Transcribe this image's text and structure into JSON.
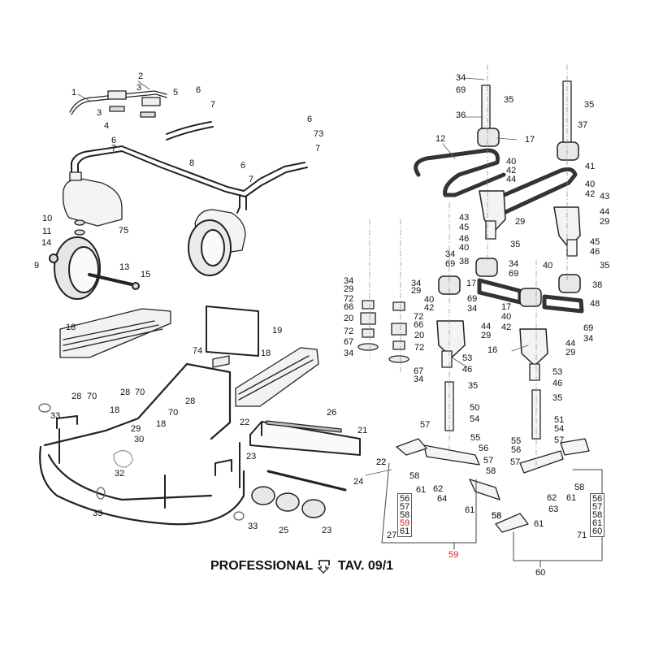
{
  "diagram": {
    "title": "PROFESSIONAL",
    "table_ref": "TAV. 09/1",
    "title_icon": "page-turn-arrow-icon",
    "colors": {
      "line": "#222222",
      "highlight": "#d02020",
      "background": "#ffffff"
    },
    "callouts": [
      {
        "id": "c1",
        "text": "1"
      },
      {
        "id": "c2",
        "text": "2"
      },
      {
        "id": "c3a",
        "text": "3"
      },
      {
        "id": "c3b",
        "text": "3"
      },
      {
        "id": "c4",
        "text": "4"
      },
      {
        "id": "c5",
        "text": "5"
      },
      {
        "id": "c6a",
        "text": "6"
      },
      {
        "id": "c7a",
        "text": "7"
      },
      {
        "id": "c6b",
        "text": "6"
      },
      {
        "id": "c7b",
        "text": "7"
      },
      {
        "id": "c8",
        "text": "8"
      },
      {
        "id": "c6c",
        "text": "6"
      },
      {
        "id": "c73",
        "text": "73"
      },
      {
        "id": "c7c",
        "text": "7"
      },
      {
        "id": "c6d",
        "text": "6"
      },
      {
        "id": "c7d",
        "text": "7"
      },
      {
        "id": "c10",
        "text": "10"
      },
      {
        "id": "c75",
        "text": "75"
      },
      {
        "id": "c11",
        "text": "11"
      },
      {
        "id": "c14",
        "text": "14"
      },
      {
        "id": "c9",
        "text": "9"
      },
      {
        "id": "c13",
        "text": "13"
      },
      {
        "id": "c15",
        "text": "15"
      },
      {
        "id": "c18a",
        "text": "18"
      },
      {
        "id": "c19",
        "text": "19"
      },
      {
        "id": "c74",
        "text": "74"
      },
      {
        "id": "c18b",
        "text": "18"
      },
      {
        "id": "c28a",
        "text": "28"
      },
      {
        "id": "c70a",
        "text": "70"
      },
      {
        "id": "c28b",
        "text": "28"
      },
      {
        "id": "c70b",
        "text": "70"
      },
      {
        "id": "c33a",
        "text": "33"
      },
      {
        "id": "c18c",
        "text": "18"
      },
      {
        "id": "c29a",
        "text": "29"
      },
      {
        "id": "c30",
        "text": "30"
      },
      {
        "id": "c70c",
        "text": "70"
      },
      {
        "id": "c28c",
        "text": "28"
      },
      {
        "id": "c18d",
        "text": "18"
      },
      {
        "id": "c32",
        "text": "32"
      },
      {
        "id": "c33b",
        "text": "33"
      },
      {
        "id": "c33c",
        "text": "33"
      },
      {
        "id": "c22a",
        "text": "22"
      },
      {
        "id": "c26",
        "text": "26"
      },
      {
        "id": "c21",
        "text": "21"
      },
      {
        "id": "c23a",
        "text": "23"
      },
      {
        "id": "c22b",
        "text": "22"
      },
      {
        "id": "c24",
        "text": "24"
      },
      {
        "id": "c25",
        "text": "25"
      },
      {
        "id": "c23b",
        "text": "23"
      },
      {
        "id": "c34a",
        "text": "34"
      },
      {
        "id": "c69a",
        "text": "69"
      },
      {
        "id": "c35a",
        "text": "35"
      },
      {
        "id": "c36",
        "text": "36"
      },
      {
        "id": "c12",
        "text": "12"
      },
      {
        "id": "c17a",
        "text": "17"
      },
      {
        "id": "c35b",
        "text": "35"
      },
      {
        "id": "c37",
        "text": "37"
      },
      {
        "id": "c40a",
        "text": "40"
      },
      {
        "id": "c42a",
        "text": "42"
      },
      {
        "id": "c44a",
        "text": "44"
      },
      {
        "id": "c43a",
        "text": "43"
      },
      {
        "id": "c29b",
        "text": "29"
      },
      {
        "id": "c45a",
        "text": "45"
      },
      {
        "id": "c46a",
        "text": "46"
      },
      {
        "id": "c40b",
        "text": "40"
      },
      {
        "id": "c35c",
        "text": "35"
      },
      {
        "id": "c38a",
        "text": "38"
      },
      {
        "id": "c41",
        "text": "41"
      },
      {
        "id": "c40c",
        "text": "40"
      },
      {
        "id": "c42b",
        "text": "42"
      },
      {
        "id": "c43b",
        "text": "43"
      },
      {
        "id": "c44b",
        "text": "44"
      },
      {
        "id": "c29c",
        "text": "29"
      },
      {
        "id": "c45b",
        "text": "45"
      },
      {
        "id": "c46b",
        "text": "46"
      },
      {
        "id": "c40d",
        "text": "40"
      },
      {
        "id": "c35d",
        "text": "35"
      },
      {
        "id": "c38b",
        "text": "38"
      },
      {
        "id": "c48",
        "text": "48"
      },
      {
        "id": "c34b",
        "text": "34"
      },
      {
        "id": "c69b",
        "text": "69"
      },
      {
        "id": "c34c",
        "text": "34"
      },
      {
        "id": "c69c",
        "text": "69"
      },
      {
        "id": "c17b",
        "text": "17"
      },
      {
        "id": "c69d",
        "text": "69"
      },
      {
        "id": "c34d",
        "text": "34"
      },
      {
        "id": "c17c",
        "text": "17"
      },
      {
        "id": "c40e",
        "text": "40"
      },
      {
        "id": "c42c",
        "text": "42"
      },
      {
        "id": "c44c",
        "text": "44"
      },
      {
        "id": "c29d",
        "text": "29"
      },
      {
        "id": "c16",
        "text": "16"
      },
      {
        "id": "c69e",
        "text": "69"
      },
      {
        "id": "c34e",
        "text": "34"
      },
      {
        "id": "c44d",
        "text": "44"
      },
      {
        "id": "c29e",
        "text": "29"
      },
      {
        "id": "c34f",
        "text": "34"
      },
      {
        "id": "c29f",
        "text": "29"
      },
      {
        "id": "c72a",
        "text": "72"
      },
      {
        "id": "c66a",
        "text": "66"
      },
      {
        "id": "c20a",
        "text": "20"
      },
      {
        "id": "c72b",
        "text": "72"
      },
      {
        "id": "c67a",
        "text": "67"
      },
      {
        "id": "c34g",
        "text": "34"
      },
      {
        "id": "c34h",
        "text": "34"
      },
      {
        "id": "c29g",
        "text": "29"
      },
      {
        "id": "c72c",
        "text": "72"
      },
      {
        "id": "c66b",
        "text": "66"
      },
      {
        "id": "c20b",
        "text": "20"
      },
      {
        "id": "c72d",
        "text": "72"
      },
      {
        "id": "c67b",
        "text": "67"
      },
      {
        "id": "c34i",
        "text": "34"
      },
      {
        "id": "c40f",
        "text": "40"
      },
      {
        "id": "c42d",
        "text": "42"
      },
      {
        "id": "c53a",
        "text": "53"
      },
      {
        "id": "c46c",
        "text": "46"
      },
      {
        "id": "c35e",
        "text": "35"
      },
      {
        "id": "c53b",
        "text": "53"
      },
      {
        "id": "c46d",
        "text": "46"
      },
      {
        "id": "c35f",
        "text": "35"
      },
      {
        "id": "c50",
        "text": "50"
      },
      {
        "id": "c54a",
        "text": "54"
      },
      {
        "id": "c57a",
        "text": "57"
      },
      {
        "id": "c55a",
        "text": "55"
      },
      {
        "id": "c56a",
        "text": "56"
      },
      {
        "id": "c57b",
        "text": "57"
      },
      {
        "id": "c58a",
        "text": "58"
      },
      {
        "id": "c58b",
        "text": "58"
      },
      {
        "id": "c61a",
        "text": "61"
      },
      {
        "id": "c62a",
        "text": "62"
      },
      {
        "id": "c64",
        "text": "64"
      },
      {
        "id": "c61b",
        "text": "61"
      },
      {
        "id": "c22c",
        "text": "22"
      },
      {
        "id": "c58c",
        "text": "58"
      },
      {
        "id": "c51",
        "text": "51"
      },
      {
        "id": "c54b",
        "text": "54"
      },
      {
        "id": "c55b",
        "text": "55"
      },
      {
        "id": "c56b",
        "text": "56"
      },
      {
        "id": "c57c",
        "text": "57"
      },
      {
        "id": "c57d",
        "text": "57"
      },
      {
        "id": "c58d",
        "text": "58"
      },
      {
        "id": "c62b",
        "text": "62"
      },
      {
        "id": "c61c",
        "text": "61"
      },
      {
        "id": "c63",
        "text": "63"
      },
      {
        "id": "c61d",
        "text": "61"
      },
      {
        "id": "c58e",
        "text": "58"
      },
      {
        "id": "c27",
        "text": "27"
      },
      {
        "id": "c71",
        "text": "71"
      },
      {
        "id": "c60",
        "text": "60"
      }
    ],
    "kit_59": {
      "label": "59",
      "ref": "27",
      "items": [
        {
          "text": "56",
          "highlight": false
        },
        {
          "text": "57",
          "highlight": false
        },
        {
          "text": "58",
          "highlight": false
        },
        {
          "text": "59",
          "highlight": true
        },
        {
          "text": "61",
          "highlight": false
        }
      ]
    },
    "kit_60": {
      "label": "60",
      "ref": "71",
      "items": [
        {
          "text": "56",
          "highlight": false
        },
        {
          "text": "57",
          "highlight": false
        },
        {
          "text": "58",
          "highlight": false
        },
        {
          "text": "61",
          "highlight": false
        },
        {
          "text": "60",
          "highlight": false
        }
      ]
    }
  }
}
